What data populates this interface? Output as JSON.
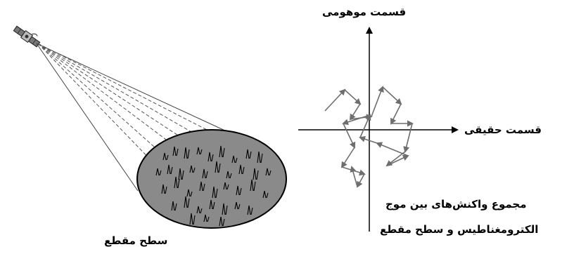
{
  "labels": {
    "imaginary_part": "قسمت موهومی",
    "real_part": "قسمت حقیقی",
    "sum_line1": "مجموع واکنش‌های بین موج",
    "sum_line2": "الکترومغناطیس و سطح مقطع",
    "cross_section": "سطح مقطع"
  },
  "colors": {
    "ellipse_fill": "#8a8a8a",
    "stroke": "#000000",
    "vector_arrow": "#6e6e6e",
    "beam_line": "#555555"
  },
  "icons": {
    "satellite": "satellite-icon"
  }
}
